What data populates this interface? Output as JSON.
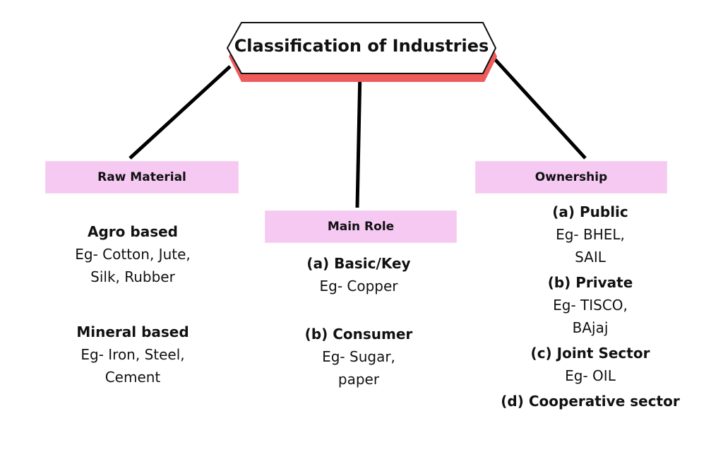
{
  "title": "Classification of Industries",
  "colors": {
    "category_fill": "#f6c9f3",
    "title_shadow": "#ef5b5b",
    "line": "#000000"
  },
  "raw_material": {
    "label": "Raw Material",
    "groups": [
      {
        "heading": "Agro based",
        "lines": [
          "Eg- Cotton, Jute,",
          "Silk, Rubber"
        ]
      },
      {
        "heading": "Mineral based",
        "lines": [
          "Eg- Iron, Steel,",
          "Cement"
        ]
      }
    ]
  },
  "main_role": {
    "label": "Main Role",
    "groups": [
      {
        "heading": "(a) Basic/Key",
        "lines": [
          "Eg- Copper"
        ]
      },
      {
        "heading": "(b) Consumer",
        "lines": [
          "Eg- Sugar,",
          "paper"
        ]
      }
    ]
  },
  "ownership": {
    "label": "Ownership",
    "groups": [
      {
        "heading": "(a) Public",
        "lines": [
          "Eg- BHEL,",
          "SAIL"
        ]
      },
      {
        "heading": "(b) Private",
        "lines": [
          "Eg- TISCO,",
          "BAjaj"
        ]
      },
      {
        "heading": "(c) Joint Sector",
        "lines": [
          "Eg- OIL"
        ]
      },
      {
        "heading": "(d) Cooperative sector",
        "lines": []
      }
    ]
  }
}
